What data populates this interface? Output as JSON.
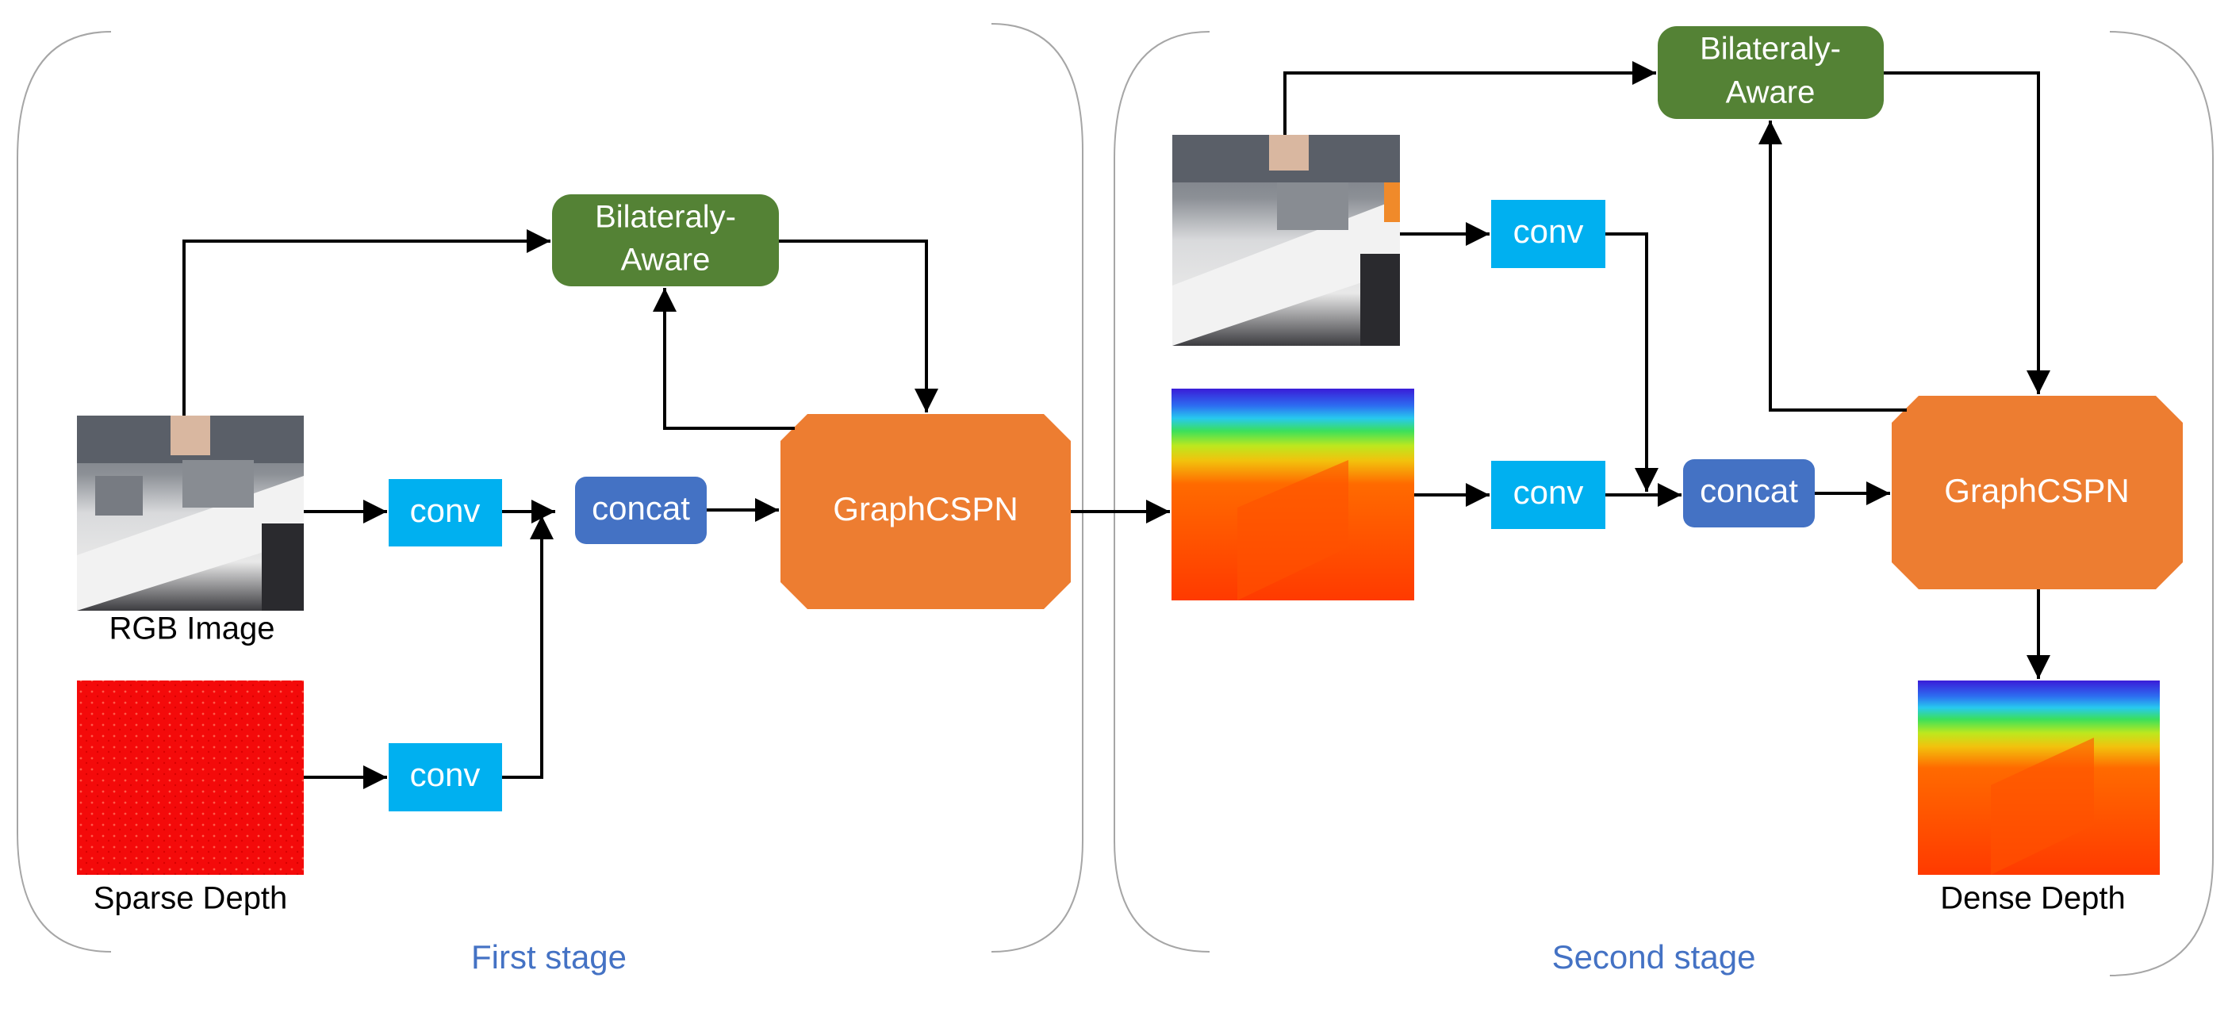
{
  "stage1": {
    "label": "First stage",
    "rgb_caption": "RGB Image",
    "sparse_caption": "Sparse Depth",
    "conv_rgb": "conv",
    "conv_sparse": "conv",
    "concat": "concat",
    "bilateral_line1": "Bilateraly-",
    "bilateral_line2": "Aware",
    "graphcspn": "GraphCSPN"
  },
  "stage2": {
    "label": "Second stage",
    "dense_caption": "Dense Depth",
    "conv_rgb": "conv",
    "conv_depth": "conv",
    "concat": "concat",
    "bilateral_line1": "Bilateraly-",
    "bilateral_line2": "Aware",
    "graphcspn": "GraphCSPN"
  },
  "colors": {
    "conv": "#00b0f0",
    "concat": "#4472c4",
    "bilateral": "#548235",
    "graphcspn": "#ed7d31",
    "stage_label": "#4472c4",
    "arrow": "#000000"
  }
}
